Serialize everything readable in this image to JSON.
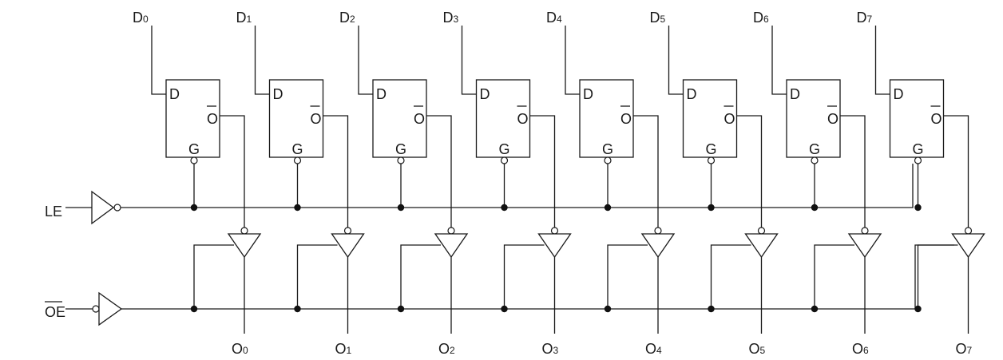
{
  "inputs": [
    {
      "letter": "D",
      "index": "0"
    },
    {
      "letter": "D",
      "index": "1"
    },
    {
      "letter": "D",
      "index": "2"
    },
    {
      "letter": "D",
      "index": "3"
    },
    {
      "letter": "D",
      "index": "4"
    },
    {
      "letter": "D",
      "index": "5"
    },
    {
      "letter": "D",
      "index": "6"
    },
    {
      "letter": "D",
      "index": "7"
    }
  ],
  "outputs": [
    {
      "letter": "O",
      "index": "0"
    },
    {
      "letter": "O",
      "index": "1"
    },
    {
      "letter": "O",
      "index": "2"
    },
    {
      "letter": "O",
      "index": "3"
    },
    {
      "letter": "O",
      "index": "4"
    },
    {
      "letter": "O",
      "index": "5"
    },
    {
      "letter": "O",
      "index": "6"
    },
    {
      "letter": "O",
      "index": "7"
    }
  ],
  "latch": {
    "d_pin": "D",
    "q_pin": "O",
    "g_pin": "G"
  },
  "controls": {
    "le_label": "LE",
    "oe_label": "OE"
  }
}
